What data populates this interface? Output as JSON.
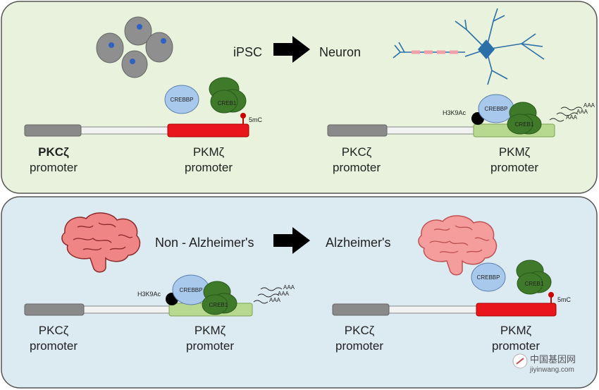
{
  "colors": {
    "top_panel": "#e8f2dc",
    "bottom_panel": "#dceaf2",
    "methylated": "#e8161b",
    "active": "#b6d98f",
    "creb1": "#3f7a2a",
    "crebbp": "#a8c8ec",
    "neuron": "#2a6fa8",
    "brain": "#f07f7f"
  },
  "top": {
    "from_label": "iPSC",
    "to_label": "Neuron",
    "left": {
      "pkcz_line1": "PKCζ",
      "pkcz_line2": "promoter",
      "pkmz_line1": "PKMζ",
      "pkmz_line2": "promoter",
      "crebbp": "CREBBP",
      "creb1": "CREB1",
      "mark": "5mC"
    },
    "right": {
      "pkcz_line1": "PKCζ",
      "pkcz_line2": "promoter",
      "pkmz_line1": "PKMζ",
      "pkmz_line2": "promoter",
      "crebbp": "CREBBP",
      "creb1": "CREB1",
      "mark": "H3K9Ac",
      "transcripts": [
        "AAA",
        "AAA",
        "AAA"
      ]
    }
  },
  "bottom": {
    "from_label": "Non - Alzheimer's",
    "to_label": "Alzheimer's",
    "left": {
      "pkcz_line1": "PKCζ",
      "pkcz_line2": "promoter",
      "pkmz_line1": "PKMζ",
      "pkmz_line2": "promoter",
      "crebbp": "CREBBP",
      "creb1": "CREB1",
      "mark": "H3K9Ac",
      "transcripts": [
        "AAA",
        "AAA",
        "AAA"
      ]
    },
    "right": {
      "pkcz_line1": "PKCζ",
      "pkcz_line2": "promoter",
      "pkmz_line1": "PKMζ",
      "pkmz_line2": "promoter",
      "crebbp": "CREBBP",
      "creb1": "CREB1",
      "mark": "5mC"
    }
  },
  "watermark": {
    "site": "中国基因网",
    "url": "jiyinwang.com"
  }
}
